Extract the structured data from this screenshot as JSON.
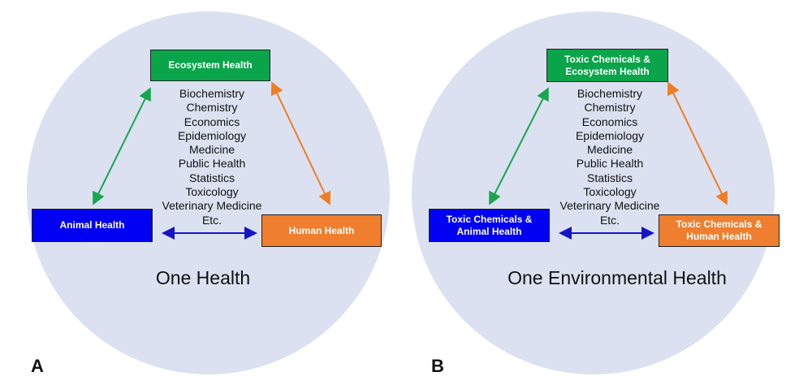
{
  "colors": {
    "circle": "#dbe1f0",
    "ecosystem": "#0aa54a",
    "animal": "#0000f2",
    "human": "#ef7f2e",
    "arrow_green": "#19a64f",
    "arrow_orange": "#f07d21",
    "arrow_blue": "#1515c8"
  },
  "panels": [
    {
      "letter": "A",
      "ecosystem_box": "Ecosystem Health",
      "animal_box": "Animal Health",
      "human_box": "Human Health",
      "disciplines": [
        "Biochemistry",
        "Chemistry",
        "Economics",
        "Epidemiology",
        "Medicine",
        "Public Health",
        "Statistics",
        "Toxicology",
        "Veterinary Medicine",
        "Etc."
      ],
      "caption": "One Health"
    },
    {
      "letter": "B",
      "ecosystem_box": "Toxic Chemicals & Ecosystem Health",
      "animal_box": "Toxic Chemicals & Animal Health",
      "human_box": "Toxic Chemicals & Human Health",
      "disciplines": [
        "Biochemistry",
        "Chemistry",
        "Economics",
        "Epidemiology",
        "Medicine",
        "Public Health",
        "Statistics",
        "Toxicology",
        "Veterinary Medicine",
        "Etc."
      ],
      "caption": "One Environmental Health"
    }
  ]
}
